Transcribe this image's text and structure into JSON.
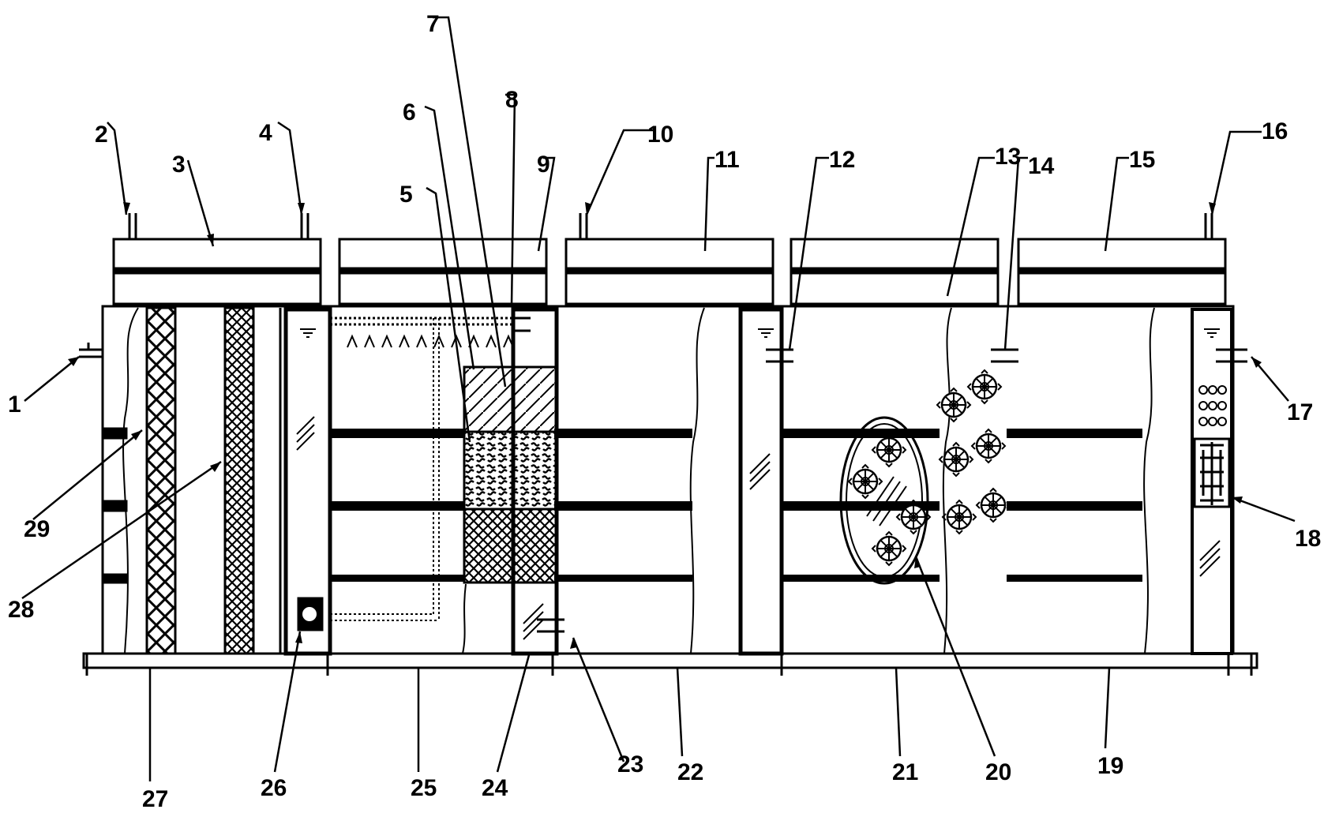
{
  "labels": [
    "1",
    "2",
    "3",
    "4",
    "5",
    "6",
    "7",
    "8",
    "9",
    "10",
    "11",
    "12",
    "13",
    "14",
    "15",
    "16",
    "17",
    "18",
    "19",
    "20",
    "21",
    "22",
    "23",
    "24",
    "25",
    "26",
    "27",
    "28",
    "29"
  ],
  "colors": {
    "line": "#000000",
    "background": "#ffffff"
  }
}
